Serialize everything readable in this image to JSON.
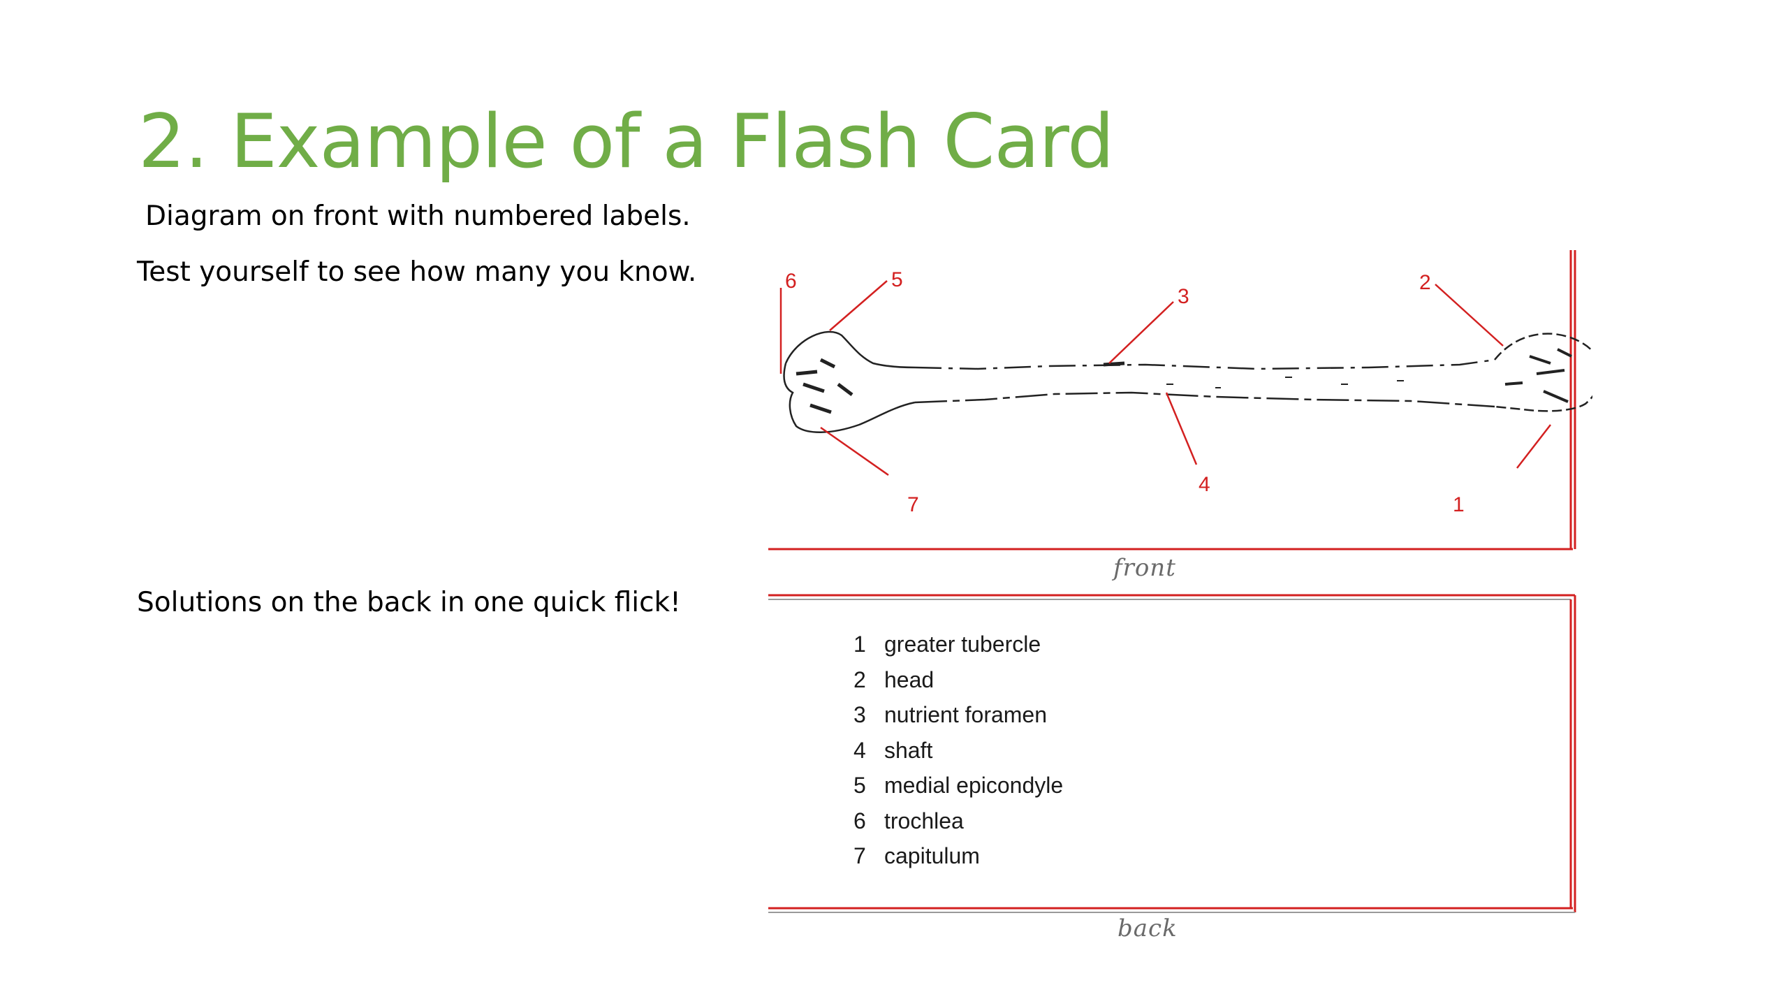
{
  "slide": {
    "title": "2. Example of a Flash Card",
    "lines": [
      "Diagram on front with numbered labels.",
      "Test yourself to see how many you know.",
      "Solutions on the back in one quick flick!"
    ]
  },
  "front_card": {
    "caption": "front",
    "markers": [
      "1",
      "2",
      "3",
      "4",
      "5",
      "6",
      "7"
    ]
  },
  "back_card": {
    "caption": "back",
    "items": [
      {
        "num": "1",
        "label": "greater tubercle"
      },
      {
        "num": "2",
        "label": "head"
      },
      {
        "num": "3",
        "label": "nutrient foramen"
      },
      {
        "num": "4",
        "label": "shaft"
      },
      {
        "num": "5",
        "label": "medial epicondyle"
      },
      {
        "num": "6",
        "label": "trochlea"
      },
      {
        "num": "7",
        "label": "capitulum"
      }
    ]
  },
  "colors": {
    "title": "#70ad47",
    "card_border": "#d32020",
    "label": "#d32020"
  }
}
